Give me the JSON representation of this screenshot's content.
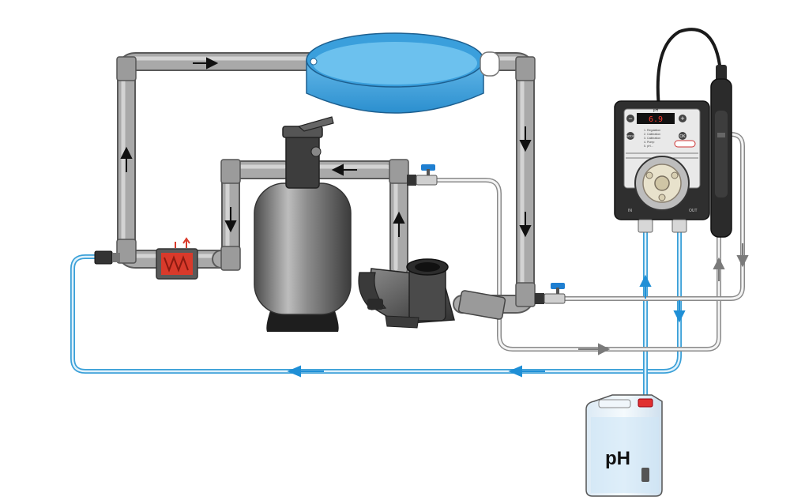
{
  "diagram": {
    "container_label": "pH",
    "controller": {
      "display_value": "6.9",
      "display_unit": "pH",
      "menu_lines": [
        "1. Regulation",
        "2. Calibration",
        "3. Calibration",
        "4. Pump",
        "5. pH..."
      ],
      "minus_symbol": "−",
      "plus_symbol": "+",
      "mode_label": "MODE",
      "ok_label": "OK",
      "in_label": "IN",
      "out_label": "OUT"
    },
    "colors": {
      "pipe": "#a9a9a9",
      "pool_water": "#3a9fdc",
      "chemical_line": "#3aa0d8",
      "sample_line": "#8a8a8a",
      "heater": "#d93a2b",
      "valve_handle": "#1f7fd1",
      "arrow_black": "#111111",
      "arrow_blue": "#1f8fd6",
      "arrow_gray": "#7a7a7a"
    }
  }
}
